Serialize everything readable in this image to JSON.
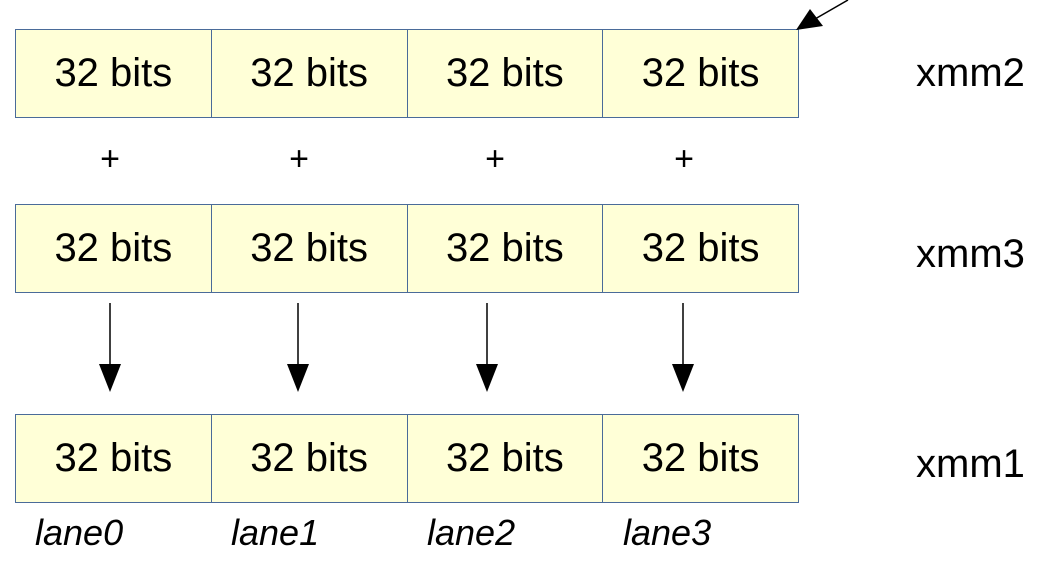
{
  "registers": [
    {
      "id": "xmm2",
      "label": "xmm2",
      "cells": [
        "32 bits",
        "32 bits",
        "32 bits",
        "32 bits"
      ]
    },
    {
      "id": "xmm3",
      "label": "xmm3",
      "cells": [
        "32 bits",
        "32 bits",
        "32 bits",
        "32 bits"
      ]
    },
    {
      "id": "xmm1",
      "label": "xmm1",
      "cells": [
        "32 bits",
        "32 bits",
        "32 bits",
        "32 bits"
      ]
    }
  ],
  "operators": [
    "+",
    "+",
    "+",
    "+"
  ],
  "lanes": [
    "lane0",
    "lane1",
    "lane2",
    "lane3"
  ],
  "colors": {
    "cell_fill": "#ffffd7",
    "cell_border": "#4a6b99",
    "arrow": "#000000"
  }
}
